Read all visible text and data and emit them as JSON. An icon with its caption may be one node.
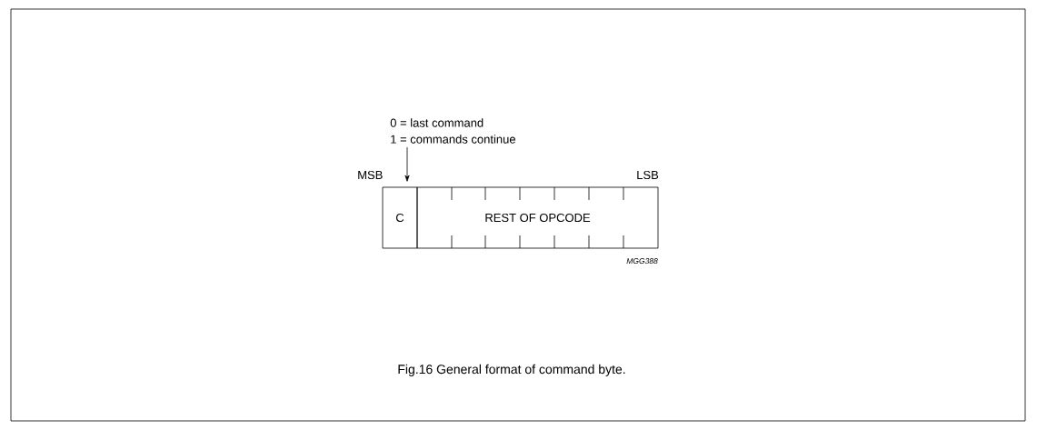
{
  "diagram": {
    "caption": "Fig.16  General format of command byte.",
    "nodes": [
      {
        "text": [
          "0 = last command",
          "1 = commands continue"
        ]
      },
      {
        "text": [
          "C"
        ]
      },
      {
        "text": [
          "REST OF OPCODE"
        ]
      }
    ],
    "edges": [
      {
        "from": 0,
        "to": 1,
        "arrow": "to"
      }
    ],
    "labels": [
      "MSB",
      "LSB",
      "MGG388"
    ]
  }
}
